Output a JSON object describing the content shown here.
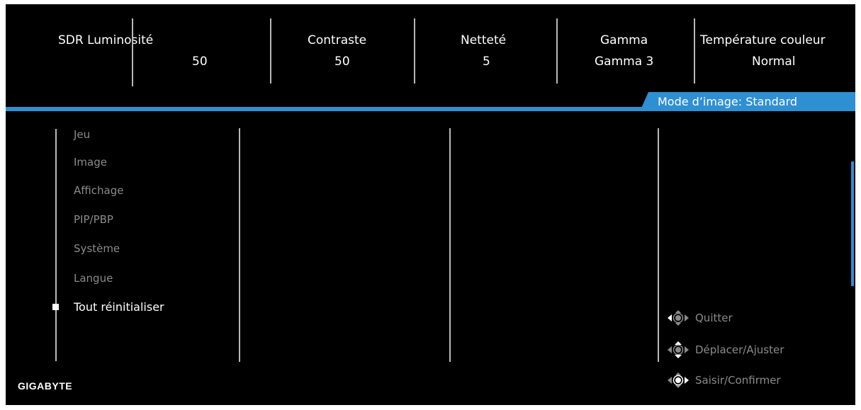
{
  "status": {
    "brightness": {
      "label": "SDR Luminosité",
      "value": "50"
    },
    "contrast": {
      "label": "Contraste",
      "value": "50"
    },
    "sharpness": {
      "label": "Netteté",
      "value": "5"
    },
    "gamma": {
      "label": "Gamma",
      "value": "Gamma 3"
    },
    "color_temp": {
      "label": "Température couleur",
      "value": "Normal"
    }
  },
  "picture_mode": "Mode d’image: Standard",
  "menu": {
    "items": [
      "Jeu",
      "Image",
      "Affichage",
      "PIP/PBP",
      "Système",
      "Langue",
      "Tout réinitialiser"
    ],
    "selected": "Tout réinitialiser"
  },
  "legend": {
    "exit": "Quitter",
    "move_adjust": "Déplacer/Ajuster",
    "enter_confirm": "Saisir/Confirmer"
  },
  "brand": "GIGABYTE",
  "colors": {
    "accent": "#2f8fd3",
    "background": "#000000",
    "inactive_text": "#8a8a8a",
    "active_text": "#ffffff"
  }
}
